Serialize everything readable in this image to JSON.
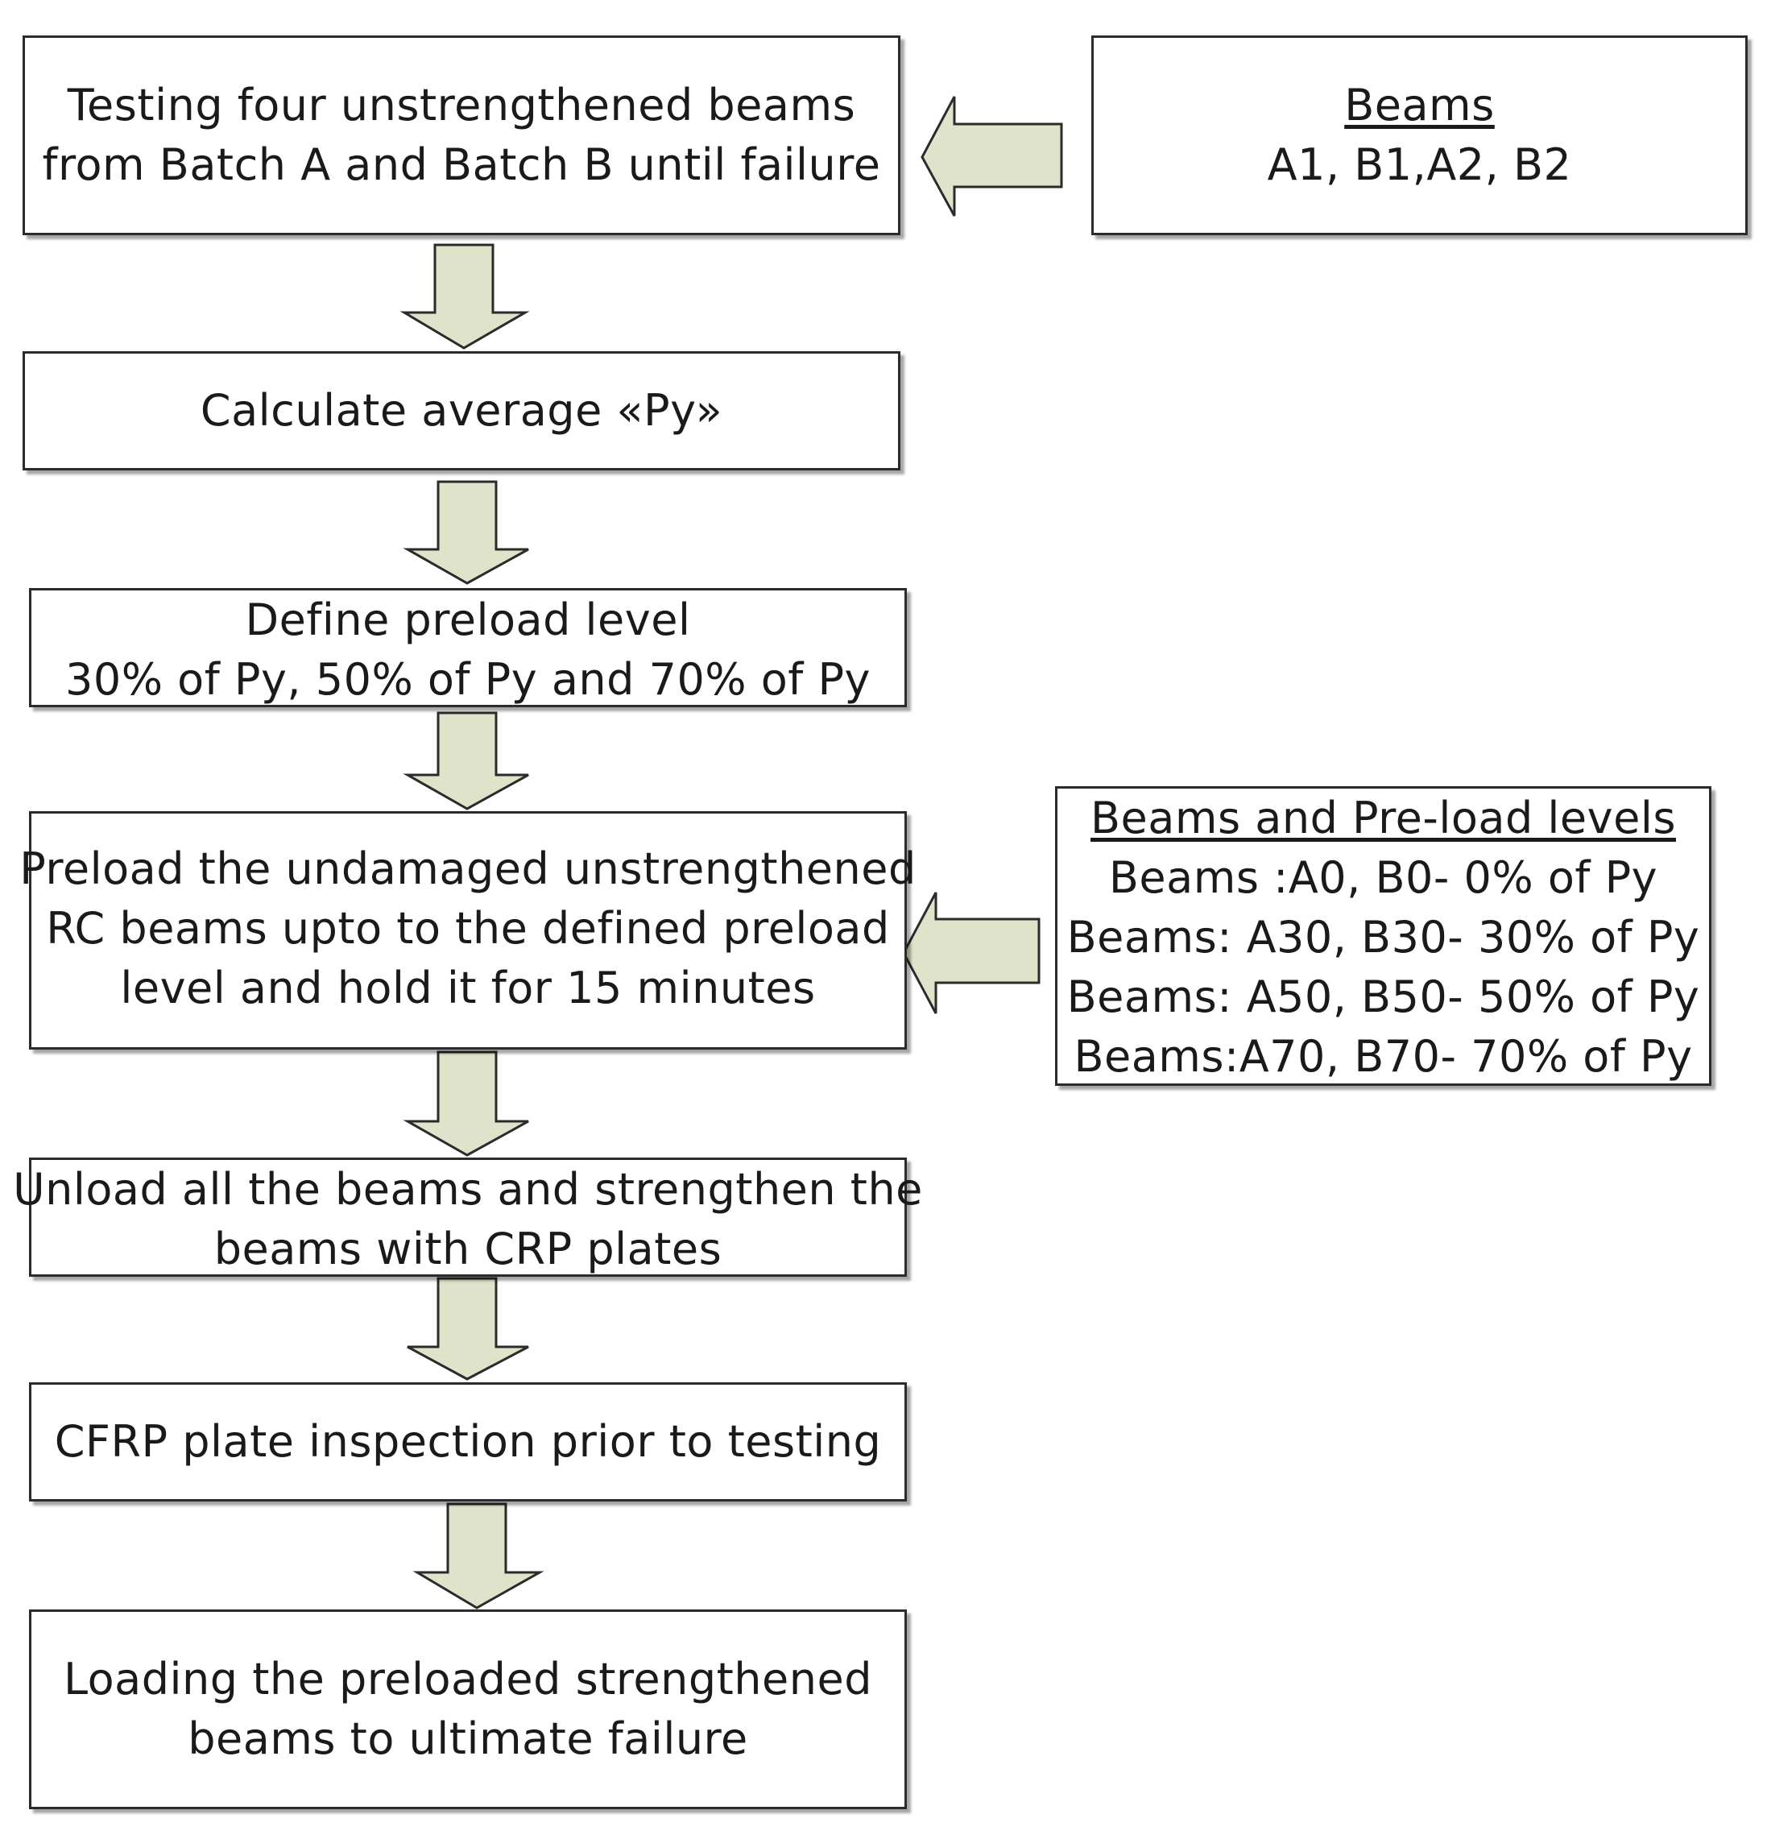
{
  "steps": [
    {
      "lines": [
        "Testing four unstrengthened beams",
        "from Batch A and Batch B until failure"
      ]
    },
    {
      "lines": [
        "Calculate average «Py»"
      ]
    },
    {
      "lines": [
        "Define preload level",
        "30% of  Py, 50% of Py and 70% of Py"
      ]
    },
    {
      "lines": [
        "Preload the undamaged unstrengthened",
        "RC beams upto to the defined preload",
        "level and hold it for 15 minutes"
      ]
    },
    {
      "lines": [
        "Unload all the beams and strengthen the",
        "beams with CRP plates"
      ]
    },
    {
      "lines": [
        "CFRP plate inspection prior to testing"
      ]
    },
    {
      "lines": [
        "Loading the preloaded strengthened",
        "beams  to ultimate failure"
      ]
    }
  ],
  "side_boxes": {
    "beams": {
      "heading": "Beams",
      "lines": [
        "A1, B1,A2, B2"
      ]
    },
    "preload_levels": {
      "heading": "Beams and Pre-load levels",
      "lines": [
        "Beams :A0, B0- 0% of Py",
        "Beams: A30, B30- 30% of Py",
        "Beams: A50, B50- 50% of Py",
        "Beams:A70, B70- 70% of Py"
      ]
    }
  },
  "colors": {
    "arrow_fill": "#dfe3c9",
    "border": "#2b2b2b",
    "text": "#1a1a1a"
  }
}
